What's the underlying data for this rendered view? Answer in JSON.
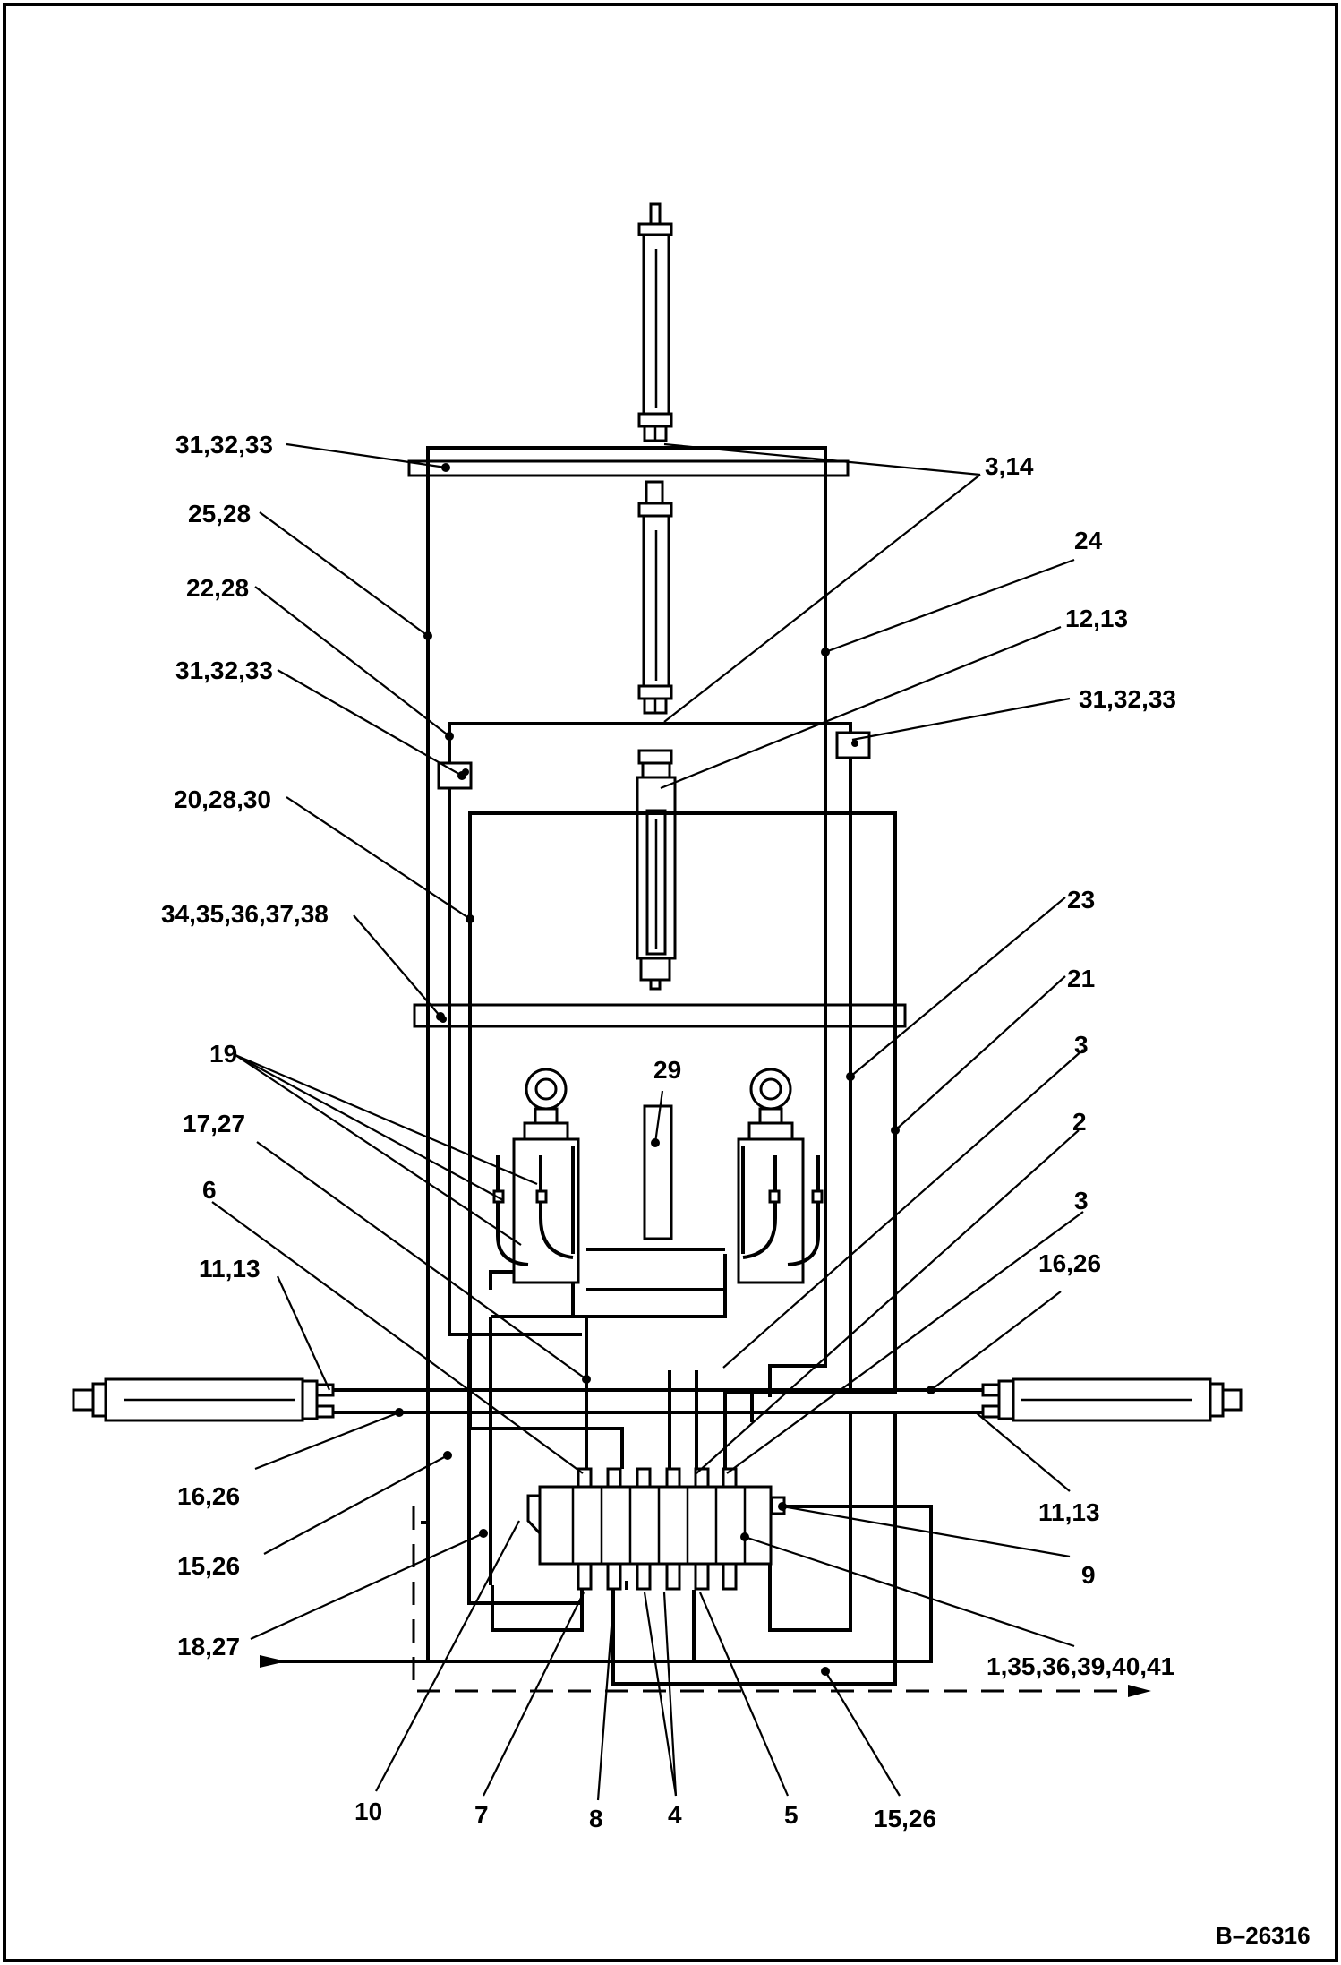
{
  "drawing_number": "B–26316",
  "callouts": {
    "c_31_32_33_top": "31,32,33",
    "c_3_14": "3,14",
    "c_25_28": "25,28",
    "c_24": "24",
    "c_22_28": "22,28",
    "c_12_13": "12,13",
    "c_31_32_33_left": "31,32,33",
    "c_31_32_33_right": "31,32,33",
    "c_20_28_30": "20,28,30",
    "c_34_38": "34,35,36,37,38",
    "c_23": "23",
    "c_21": "21",
    "c_19": "19",
    "c_29": "29",
    "c_3_upper": "3",
    "c_17_27": "17,27",
    "c_2": "2",
    "c_6": "6",
    "c_3_lower": "3",
    "c_11_13_left": "11,13",
    "c_16_26_right": "16,26",
    "c_16_26_left": "16,26",
    "c_11_13_right": "11,13",
    "c_15_26_left": "15,26",
    "c_9": "9",
    "c_18_27": "18,27",
    "c_1_35_41": "1,35,36,39,40,41",
    "c_10": "10",
    "c_7": "7",
    "c_8": "8",
    "c_4": "4",
    "c_5": "5",
    "c_15_26_bottom": "15,26"
  }
}
